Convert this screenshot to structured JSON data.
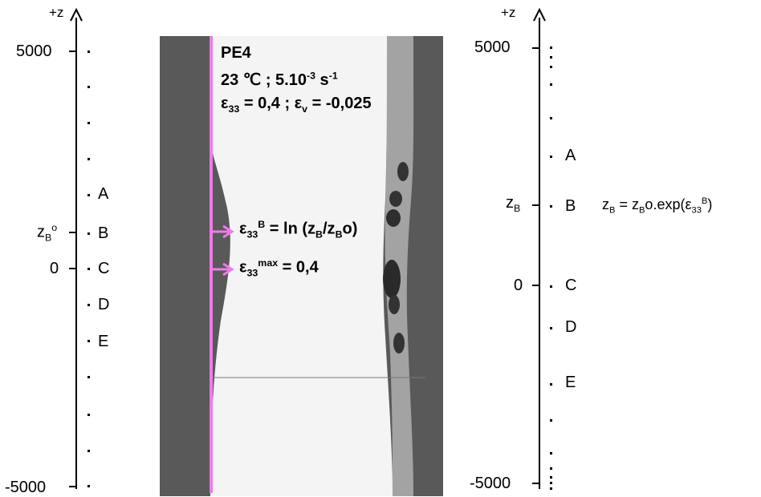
{
  "left_axis": {
    "axis_label": "+z",
    "tick_top": "5000",
    "tick_mid": "0",
    "tick_bottom": "-5000",
    "z_label_base": "z",
    "z_label_sub": "B",
    "z_label_sup": "o",
    "markers": [
      "A",
      "B",
      "C",
      "D",
      "E"
    ]
  },
  "right_axis": {
    "axis_label": "+z",
    "tick_top": "5000",
    "tick_mid": "0",
    "tick_bottom": "-5000",
    "z_label_base": "z",
    "z_label_sub": "B",
    "markers": [
      "A",
      "B",
      "C",
      "D",
      "E"
    ]
  },
  "photo": {
    "title": "PE4",
    "cond_temp": "23 ℃ ; 5.10",
    "cond_exp": "-3",
    "cond_unit": " s",
    "cond_unit_exp": "-1",
    "strain_e": "ε",
    "strain_33": "33",
    "strain_mid": " = 0,4 ; ε",
    "strain_v": "v",
    "strain_end": " = -0,025",
    "eq1_eps": "ε",
    "eq1_sub": "33",
    "eq1_sup": "B",
    "eq1_mid": " = ln (z",
    "eq1_zsub1": "B",
    "eq1_slash": "/z",
    "eq1_zsub2": "B",
    "eq1_deg": "o",
    "eq1_end": ")",
    "eq2_eps": "ε",
    "eq2_sub": "33",
    "eq2_sup": "max",
    "eq2_end": " = 0,4"
  },
  "formula": {
    "z": "z",
    "sub_b": "B",
    "eq": " = z",
    "sub_b2": "B",
    "deg": "o",
    "exp": ".exp(ε",
    "sub33": "33",
    "sup_b": "B",
    "close": ")"
  },
  "colors": {
    "dark_gray": "#595959",
    "light_gray": "#9a9a9a",
    "white_region": "#f4f4f4",
    "magenta": "#ee7bea"
  }
}
